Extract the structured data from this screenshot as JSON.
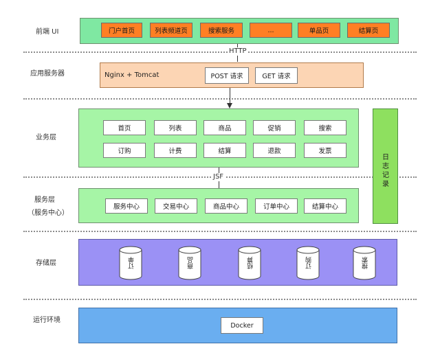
{
  "layers": {
    "frontend": "前端 UI",
    "app_server": "应用服务器",
    "business": "业务层",
    "service": "服务层",
    "service_sub": "（服务中心）",
    "storage": "存储层",
    "runtime": "运行环境"
  },
  "protocols": {
    "http": "HTTP",
    "jsf": "JSF"
  },
  "frontend_pages": [
    "门户首页",
    "列表频道页",
    "搜索服务",
    "...",
    "单品页",
    "结算页"
  ],
  "app_server": {
    "name": "Nginx + Tomcat",
    "post": "POST 请求",
    "get": "GET 请求"
  },
  "business_row1": [
    "首页",
    "列表",
    "商品",
    "促销",
    "搜索"
  ],
  "business_row2": [
    "订购",
    "计费",
    "结算",
    "退款",
    "发票"
  ],
  "log": "日志记录",
  "services": [
    "服务中心",
    "交易中心",
    "商品中心",
    "订单中心",
    "结算中心"
  ],
  "storage": [
    "订单",
    "商品",
    "结算",
    "订购",
    "搜索"
  ],
  "runtime": "Docker",
  "colors": {
    "frontend_bg": "#7fe8a2",
    "frontend_box": "#ff7f24",
    "app_server_bg": "#fcd5b4",
    "business_bg": "#a6f5a6",
    "log_bg": "#8ee05f",
    "storage_bg": "#9b91f5",
    "runtime_bg": "#6aaef0"
  }
}
